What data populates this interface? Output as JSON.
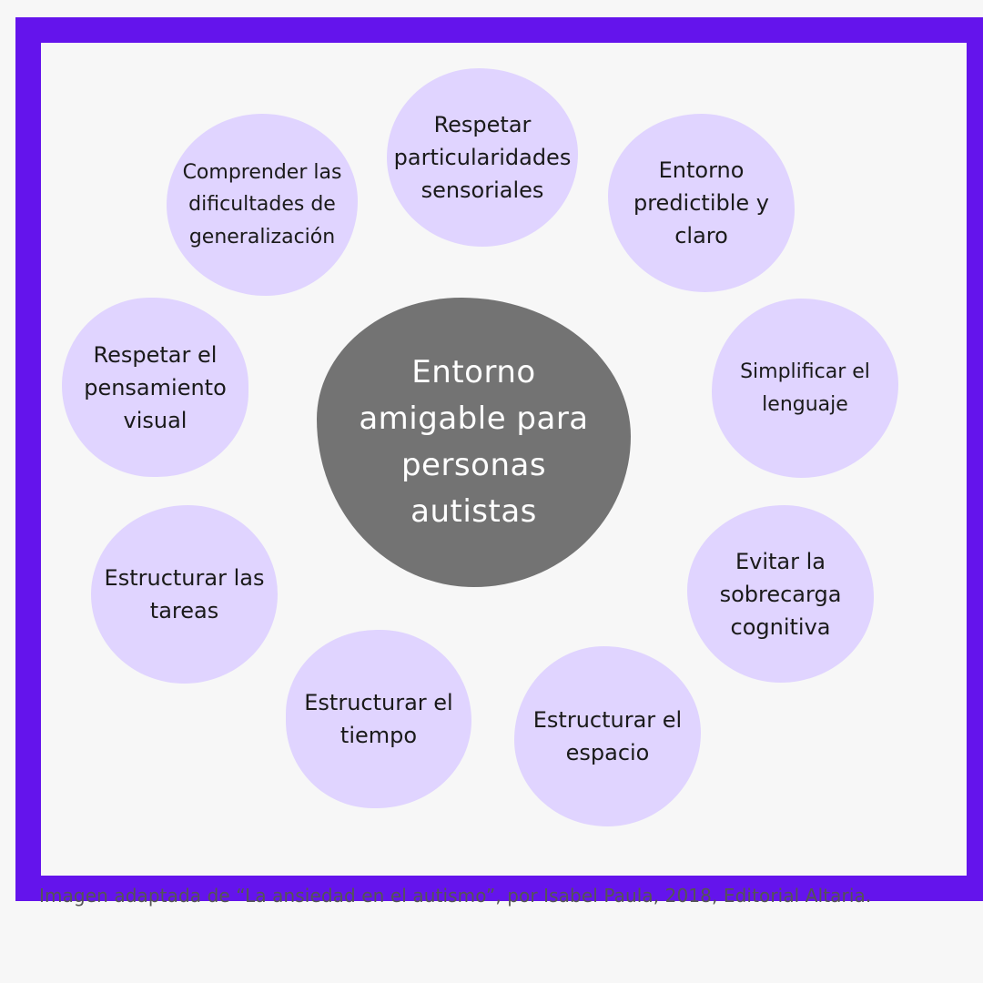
{
  "diagram": {
    "center": "Entorno amigable para personas autistas",
    "petals": [
      "Respetar particularidades sensoriales",
      "Entorno predictible y claro",
      "Simplificar el lenguaje",
      "Evitar la sobrecarga cognitiva",
      "Estructurar el espacio",
      "Estructurar el tiempo",
      "Estructurar las tareas",
      "Respetar el pensamiento visual",
      "Comprender las dificultades de generalización"
    ]
  },
  "caption": "Imagen adaptada de “La ansiedad en el autismo”, por Isabel Paula, 2018, Editorial Altaria.",
  "colors": {
    "frame": "#6414ec",
    "petal": "#e0d4ff",
    "center": "#737373",
    "background": "#f7f7f7"
  }
}
